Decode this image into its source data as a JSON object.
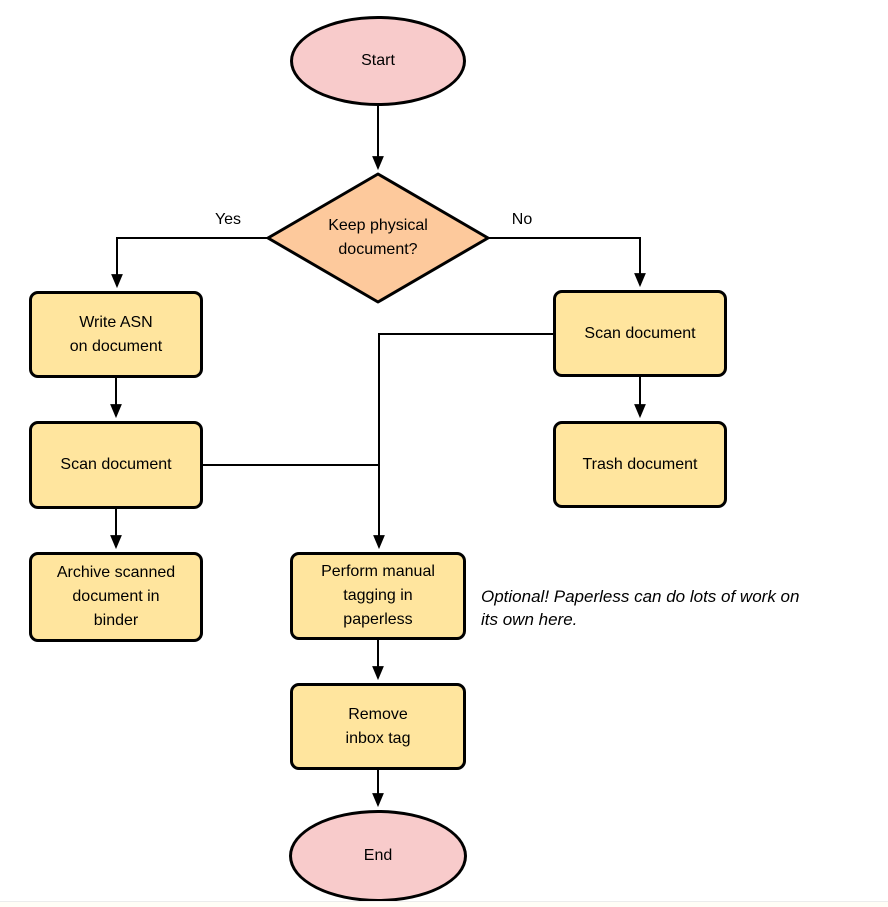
{
  "diagram": {
    "nodes": {
      "start": {
        "label": "Start",
        "type": "terminator"
      },
      "decision": {
        "label": "Keep physical\ndocument?",
        "type": "decision"
      },
      "write_asn": {
        "label": "Write ASN\non document",
        "type": "process"
      },
      "scan_left": {
        "label": "Scan document",
        "type": "process"
      },
      "archive": {
        "label": "Archive scanned\ndocument in\nbinder",
        "type": "process"
      },
      "scan_right": {
        "label": "Scan document",
        "type": "process"
      },
      "trash": {
        "label": "Trash document",
        "type": "process"
      },
      "perform_tagging": {
        "label": "Perform manual\ntagging in\npaperless",
        "type": "process"
      },
      "remove_inbox": {
        "label": "Remove\ninbox tag",
        "type": "process"
      },
      "end": {
        "label": "End",
        "type": "terminator"
      }
    },
    "edge_labels": {
      "yes": "Yes",
      "no": "No"
    },
    "annotation": "Optional! Paperless can do lots of work on\nits own here.",
    "colors": {
      "terminator_fill": "#f8cbcb",
      "decision_fill": "#fdc99c",
      "process_fill": "#ffe59e",
      "stroke": "#000000",
      "text": "#000000"
    }
  }
}
